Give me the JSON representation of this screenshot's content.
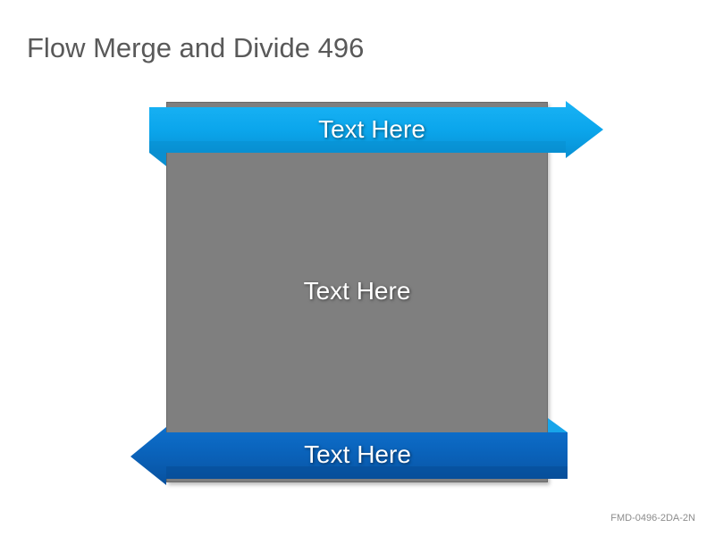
{
  "title": "Flow Merge and Divide 496",
  "footer_code": "FMD-0496-2DA-2N",
  "diagram": {
    "top_arrow": {
      "label": "Text Here",
      "direction": "right",
      "color": "#0ba6ec"
    },
    "center_box": {
      "label": "Text Here",
      "color": "#7f7f7f"
    },
    "bottom_arrow": {
      "label": "Text Here",
      "direction": "left",
      "color": "#0a61b8"
    }
  }
}
